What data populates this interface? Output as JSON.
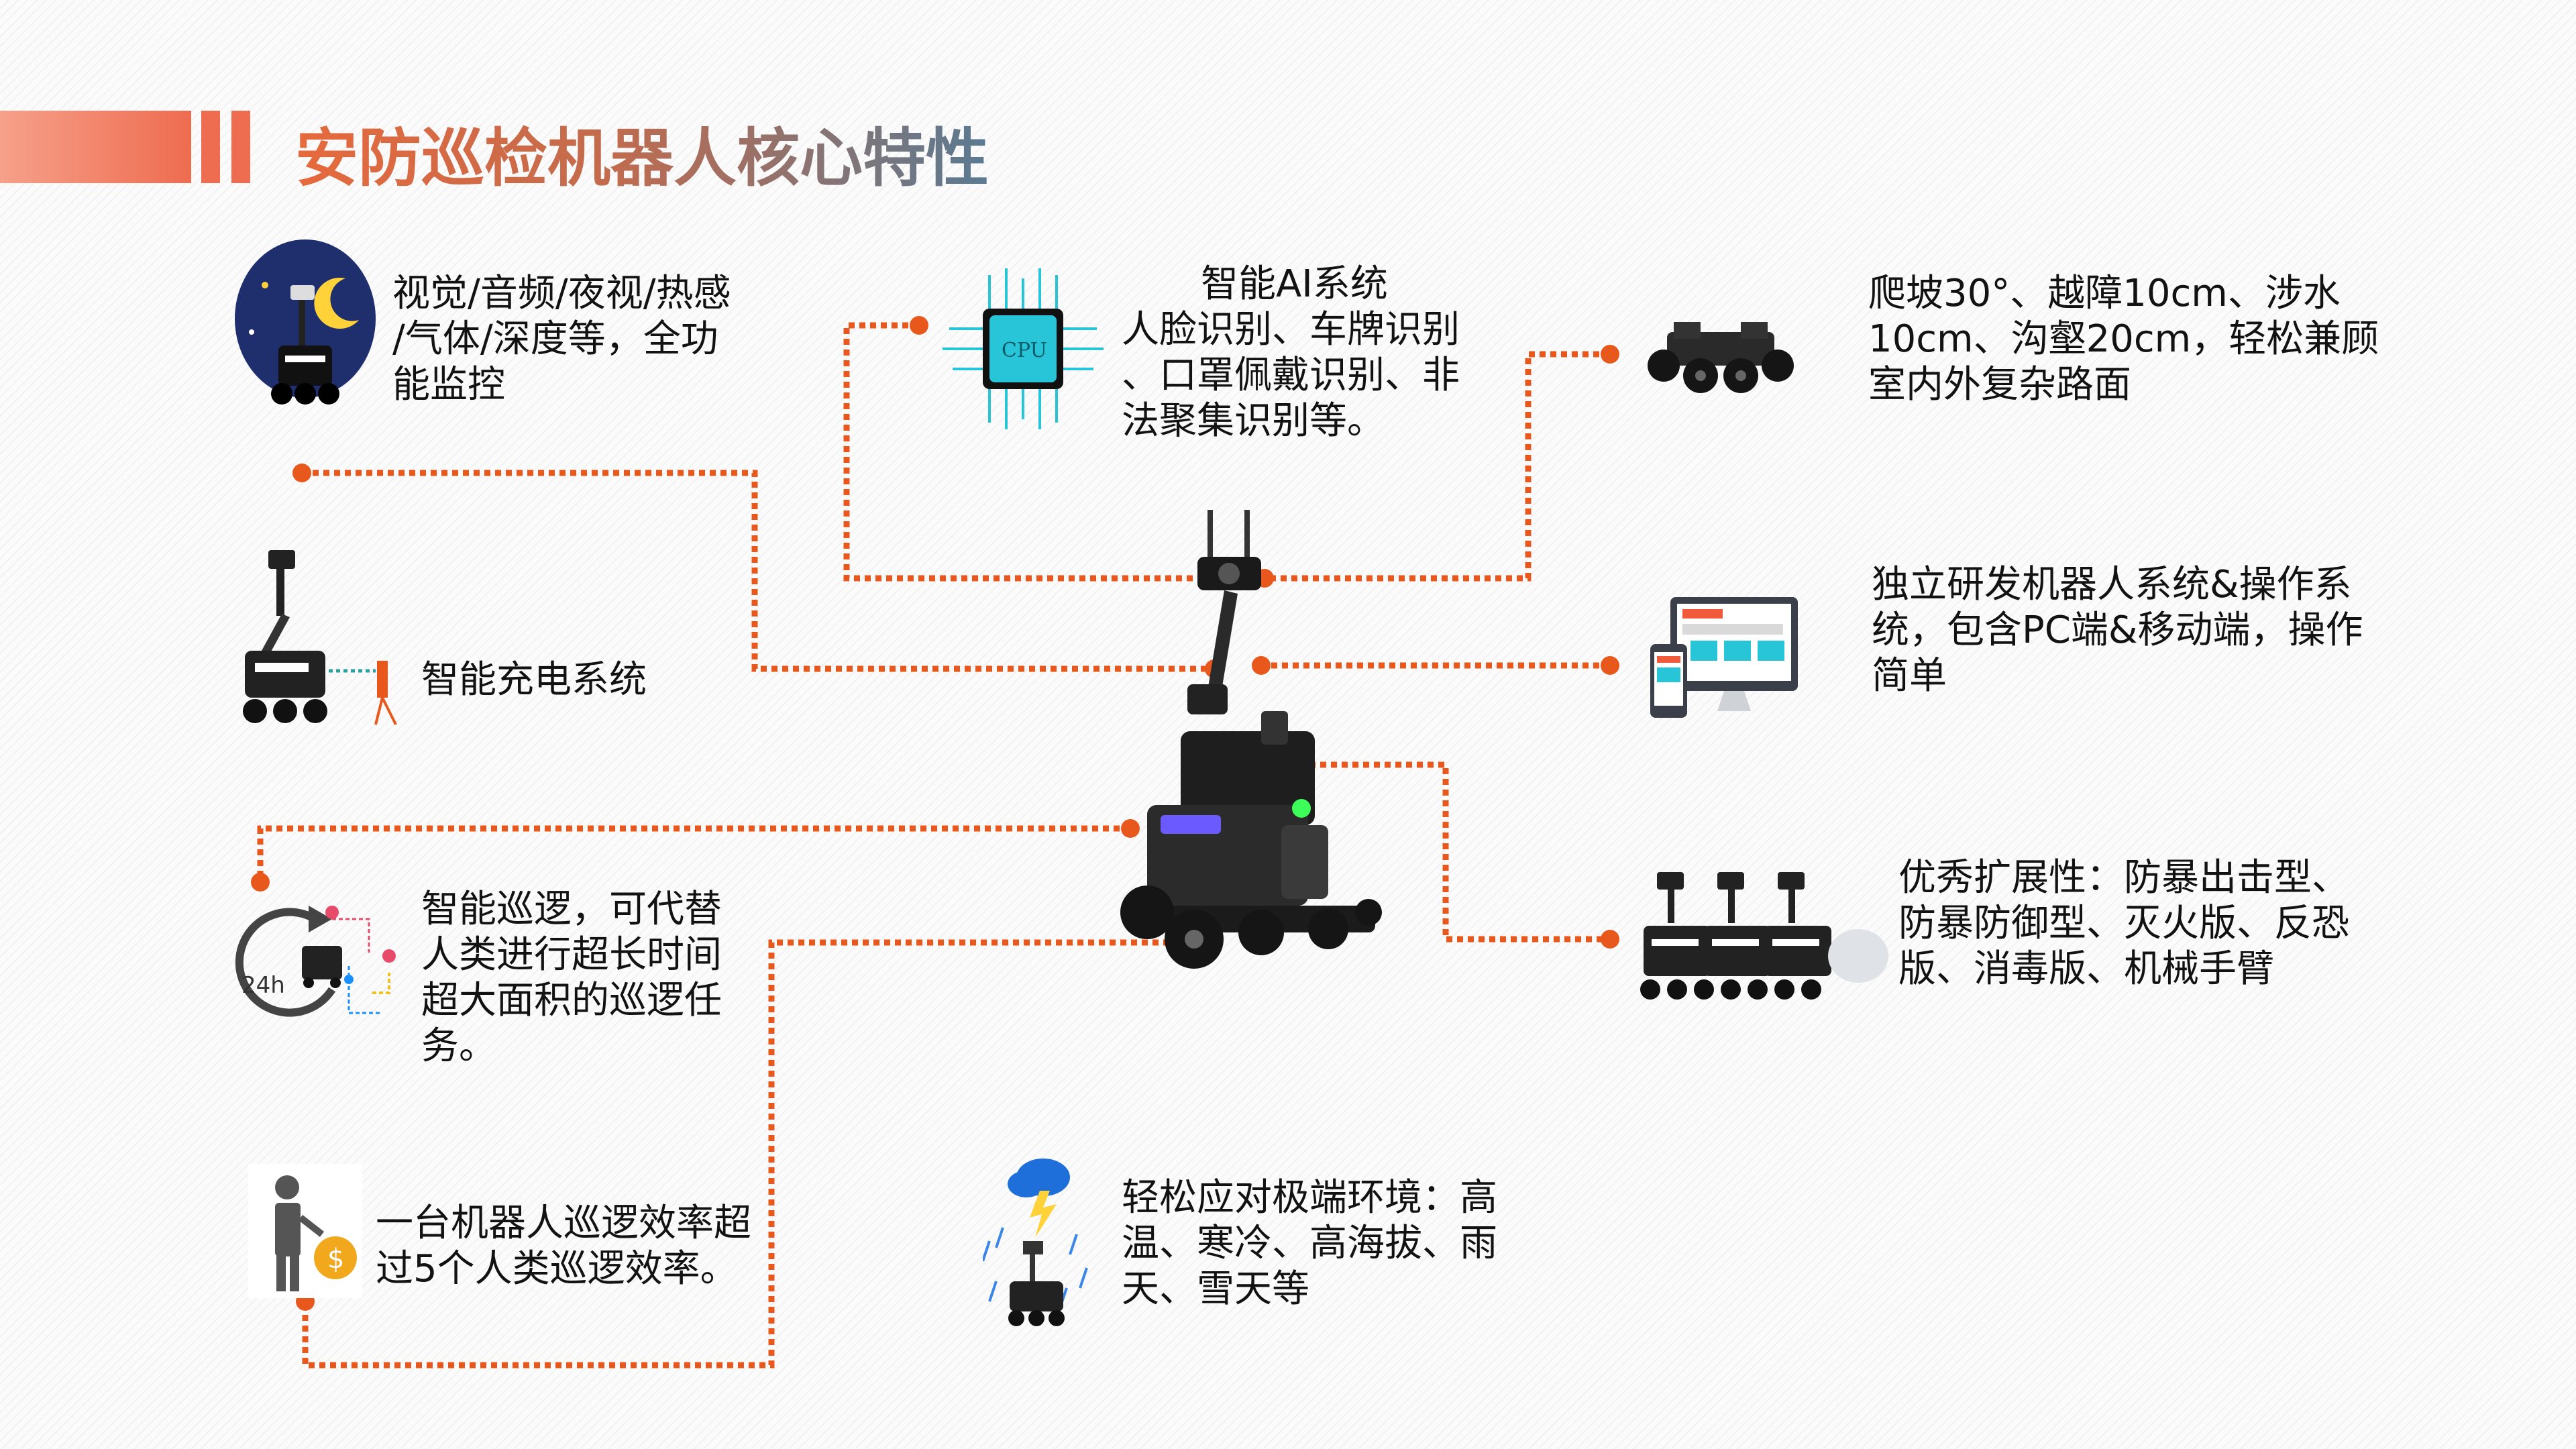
{
  "header": {
    "title": "安防巡检机器人核心特性"
  },
  "features": {
    "monitor": {
      "lines": [
        "视觉/音频/夜视/热感",
        "/气体/深度等，全功",
        "能监控"
      ]
    },
    "charging": {
      "lines": [
        "智能充电系统"
      ]
    },
    "patrol": {
      "lines": [
        "智能巡逻，可代替",
        "人类进行超长时间",
        "超大面积的巡逻任",
        "务。"
      ],
      "clock_label": "24h"
    },
    "efficiency": {
      "lines": [
        "一台机器人巡逻效率超",
        "过5个人类巡逻效率。"
      ]
    },
    "ai": {
      "title": "智能AI系统",
      "lines": [
        "人脸识别、车牌识别",
        "、口罩佩戴识别、非",
        "法聚集识别等。"
      ],
      "chip_label": "CPU"
    },
    "environment": {
      "lines": [
        "轻松应对极端环境：高",
        "温、寒冷、高海拔、雨",
        "天、雪天等"
      ]
    },
    "terrain": {
      "lines": [
        "爬坡30°、越障10cm、涉水",
        "10cm、沟壑20cm，轻松兼顾",
        "室内外复杂路面"
      ]
    },
    "os": {
      "lines": [
        "独立研发机器人系统&操作系",
        "统，包含PC端&移动端，操作",
        "简单"
      ]
    },
    "extension": {
      "lines": [
        "优秀扩展性：防暴出击型、",
        "防暴防御型、灭火版、反恐",
        "版、消毒版、机械手臂"
      ]
    }
  },
  "colors": {
    "accent": "#ee6c50",
    "connector": "#e8581c",
    "chip": "#28c4d8"
  }
}
